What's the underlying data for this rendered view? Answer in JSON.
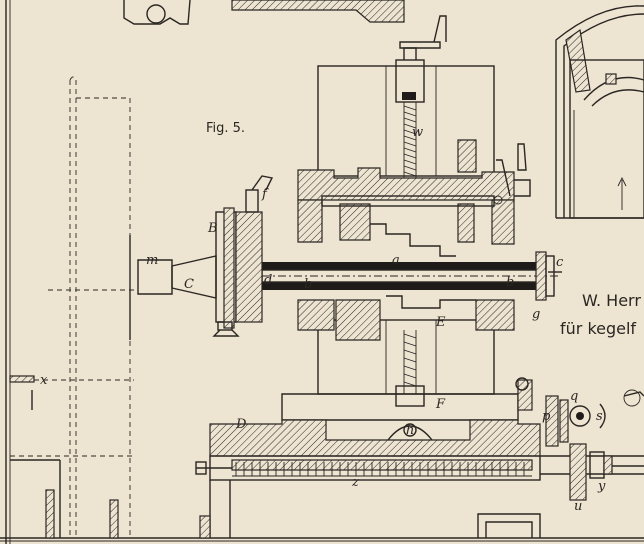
{
  "figure": {
    "title": "Fig. 5.",
    "caption_lines": [
      "W. Herr",
      "für kegelf"
    ]
  },
  "labels": {
    "m": "m",
    "C": "C",
    "B": "B",
    "f": "f",
    "d": "d",
    "w": "w",
    "a": "a",
    "b1": "b",
    "b2": "b",
    "c": "c",
    "g": "g",
    "E": "E",
    "F": "F",
    "D": "D",
    "x": "x",
    "z": "z",
    "h": "h",
    "p": "p",
    "q": "q",
    "s": "s",
    "y": "y",
    "u": "u"
  },
  "colors": {
    "paper": "#ede4d2",
    "ink": "#2a2622"
  }
}
